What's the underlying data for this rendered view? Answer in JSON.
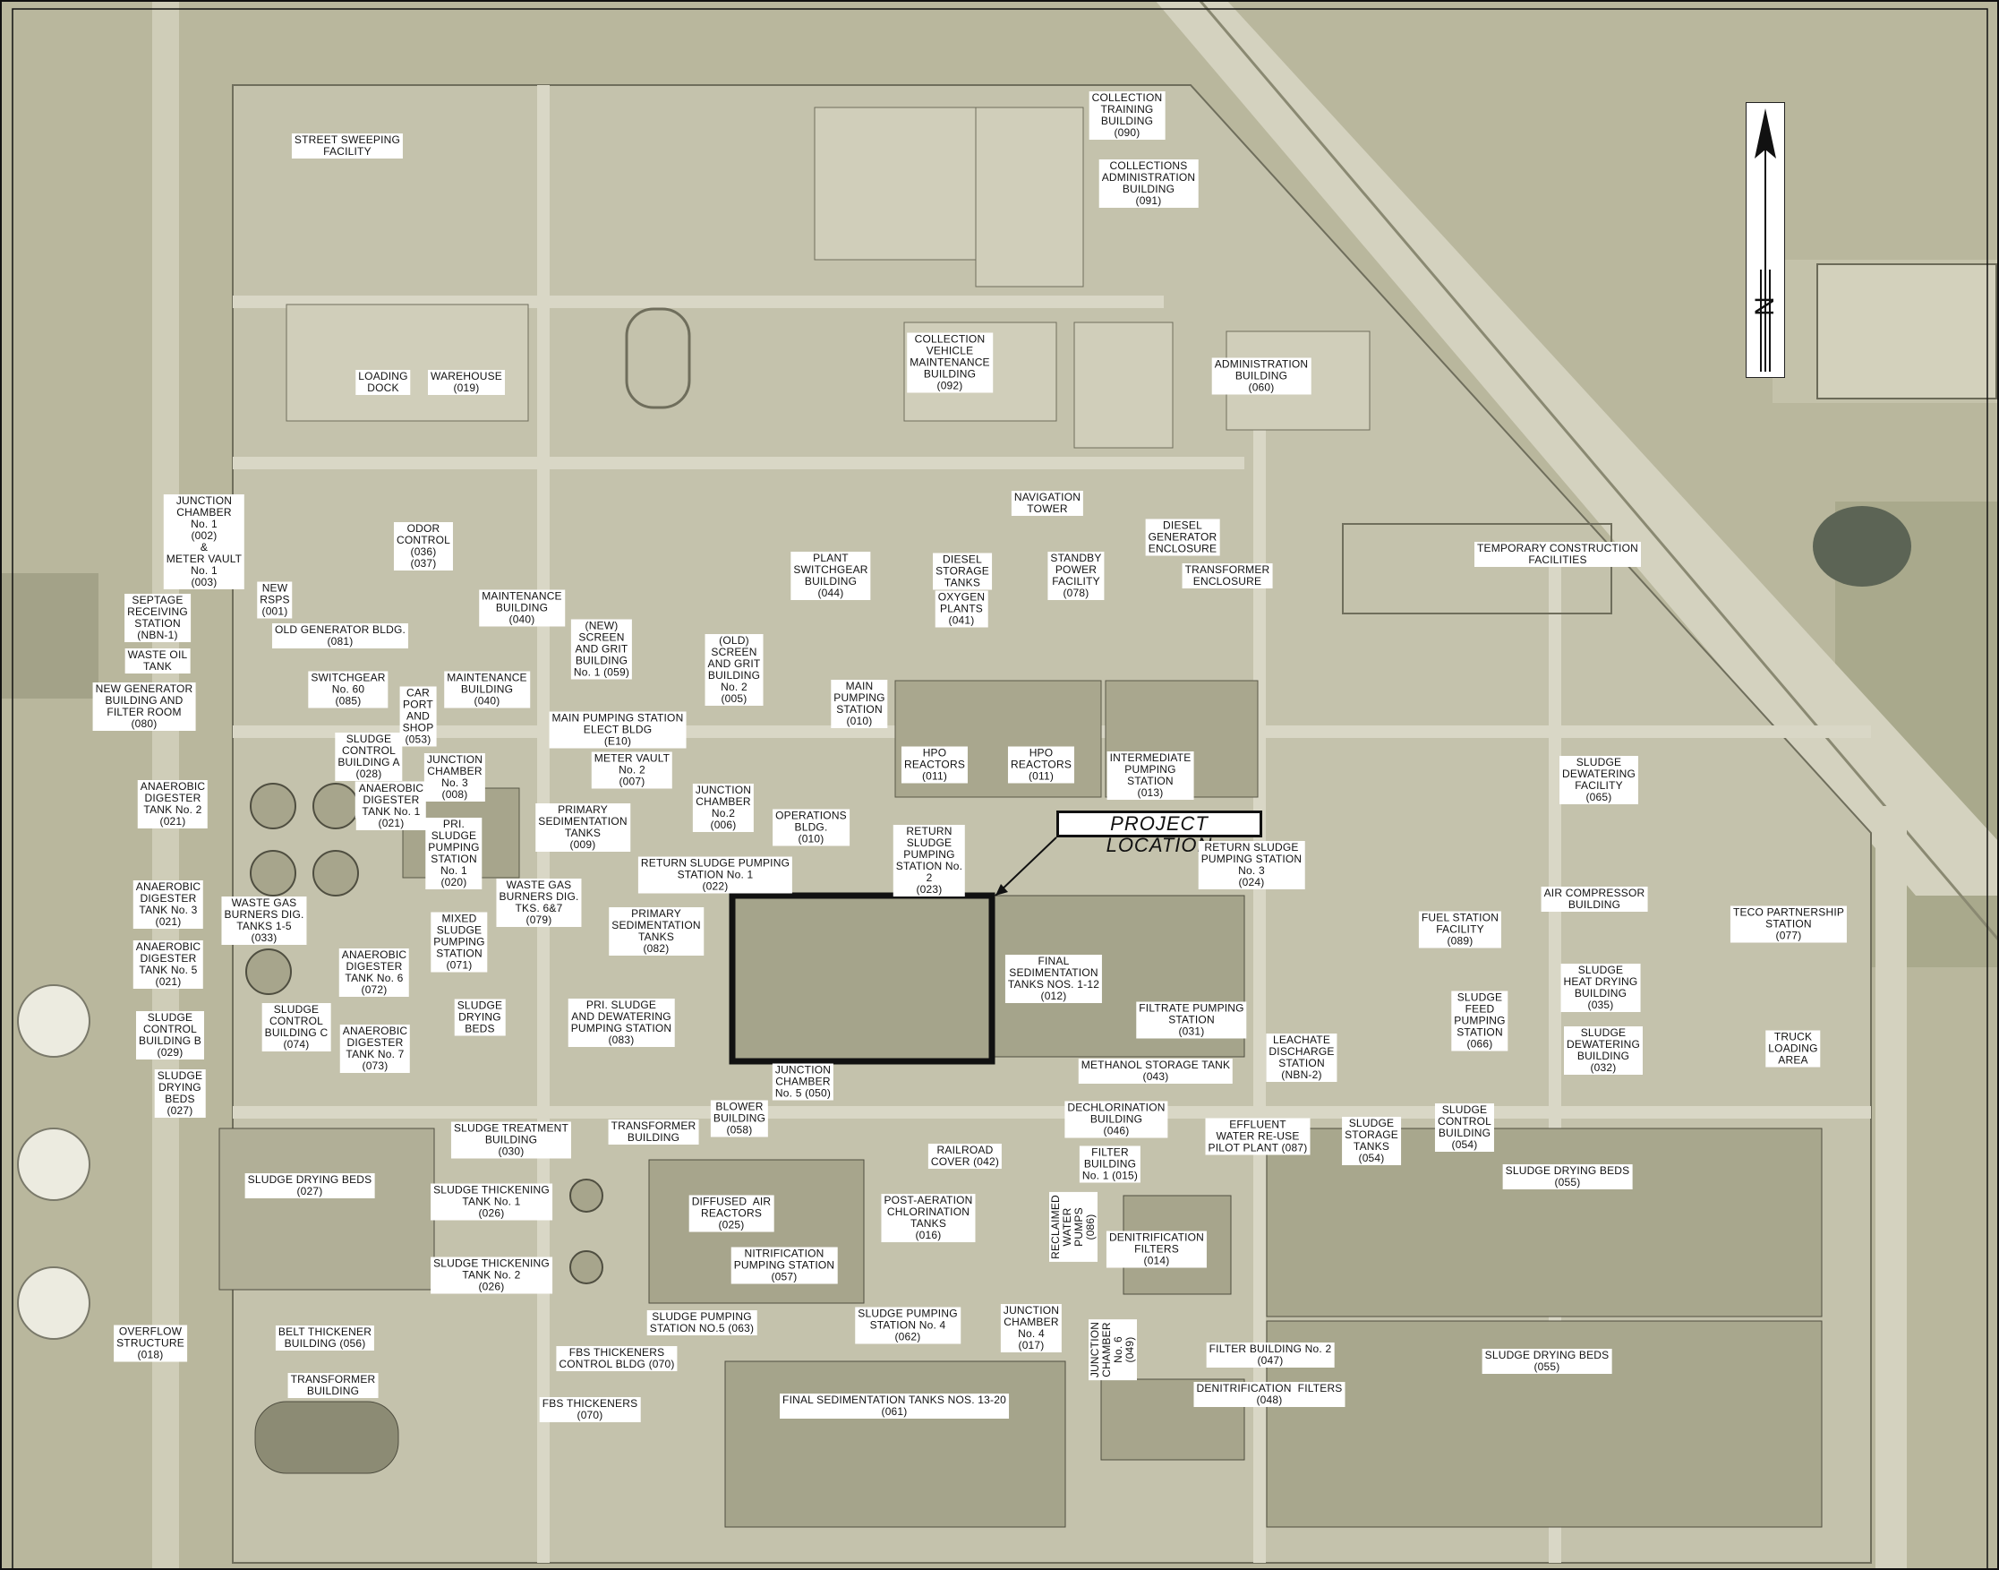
{
  "colors": {
    "background": "#b9b79d",
    "pavement": "#c9c7b2",
    "road": "#d6d4c2",
    "tank": "#a7a58c",
    "line": "#3a3a30",
    "highlight": "#111111"
  },
  "north_arrow": {
    "icon": "north-arrow-icon",
    "letter": "N"
  },
  "project_location": {
    "label": "PROJECT LOCATION"
  },
  "labels": [
    {
      "id": "street-sweeping-facility",
      "text": "STREET SWEEPING\nFACILITY"
    },
    {
      "id": "collection-training-building",
      "text": "COLLECTION\nTRAINING\nBUILDING\n(090)"
    },
    {
      "id": "collections-administration-building",
      "text": "COLLECTIONS\nADMINISTRATION\nBUILDING\n(091)"
    },
    {
      "id": "collection-vehicle-maintenance-building",
      "text": "COLLECTION\nVEHICLE\nMAINTENANCE\nBUILDING\n(092)"
    },
    {
      "id": "administration-building",
      "text": "ADMINISTRATION\nBUILDING\n(060)"
    },
    {
      "id": "loading-dock",
      "text": "LOADING\nDOCK"
    },
    {
      "id": "warehouse",
      "text": "WAREHOUSE\n(019)"
    },
    {
      "id": "navigation-tower",
      "text": "NAVIGATION\nTOWER"
    },
    {
      "id": "junction-chamber-1",
      "text": "JUNCTION\nCHAMBER\nNo. 1\n(002)\n&\nMETER VAULT\nNo. 1\n(003)"
    },
    {
      "id": "odor-control",
      "text": "ODOR\nCONTROL\n(036)\n(037)"
    },
    {
      "id": "new-rsps",
      "text": "NEW\nRSPS\n(001)"
    },
    {
      "id": "septage-receiving-station",
      "text": "SEPTAGE\nRECEIVING\nSTATION\n(NBN-1)"
    },
    {
      "id": "old-generator-bldg",
      "text": "OLD GENERATOR BLDG.\n(081)"
    },
    {
      "id": "waste-oil-tank",
      "text": "WASTE OIL\nTANK"
    },
    {
      "id": "new-generator-building",
      "text": "NEW GENERATOR\nBUILDING AND\nFILTER ROOM\n(080)"
    },
    {
      "id": "switchgear-60",
      "text": "SWITCHGEAR\nNo. 60\n(085)"
    },
    {
      "id": "maintenance-building-upper",
      "text": "MAINTENANCE\nBUILDING\n(040)"
    },
    {
      "id": "maintenance-building-lower",
      "text": "MAINTENANCE\nBUILDING\n(040)"
    },
    {
      "id": "car-port-and-shop",
      "text": "CAR\nPORT\nAND\nSHOP\n(053)"
    },
    {
      "id": "new-screen-grit-building-1",
      "text": "(NEW)\nSCREEN\nAND GRIT\nBUILDING\nNo. 1 (059)"
    },
    {
      "id": "old-screen-grit-building-2",
      "text": "(OLD)\nSCREEN\nAND GRIT\nBUILDING\nNo. 2\n(005)"
    },
    {
      "id": "plant-switchgear-building",
      "text": "PLANT\nSWITCHGEAR\nBUILDING\n(044)"
    },
    {
      "id": "diesel-storage-tanks",
      "text": "DIESEL\nSTORAGE\nTANKS"
    },
    {
      "id": "oxygen-plants",
      "text": "OXYGEN\nPLANTS\n(041)"
    },
    {
      "id": "standby-power-facility",
      "text": "STANDBY\nPOWER\nFACILITY\n(078)"
    },
    {
      "id": "diesel-generator-enclosure",
      "text": "DIESEL\nGENERATOR\nENCLOSURE"
    },
    {
      "id": "transformer-enclosure",
      "text": "TRANSFORMER\nENCLOSURE"
    },
    {
      "id": "temporary-construction-facilities",
      "text": "TEMPORARY CONSTRUCTION\nFACILITIES"
    },
    {
      "id": "sludge-control-building-a",
      "text": "SLUDGE\nCONTROL\nBUILDING A\n(028)"
    },
    {
      "id": "junction-chamber-3",
      "text": "JUNCTION\nCHAMBER\nNo. 3\n(008)"
    },
    {
      "id": "main-pumping-station-elect-bldg",
      "text": "MAIN PUMPING STATION\nELECT BLDG\n(E10)"
    },
    {
      "id": "main-pumping-station",
      "text": "MAIN\nPUMPING\nSTATION\n(010)"
    },
    {
      "id": "hpo-reactors-west",
      "text": "HPO\nREACTORS\n(011)"
    },
    {
      "id": "hpo-reactors-east",
      "text": "HPO\nREACTORS\n(011)"
    },
    {
      "id": "intermediate-pumping-station",
      "text": "INTERMEDIATE\nPUMPING\nSTATION\n(013)"
    },
    {
      "id": "sludge-dewatering-facility",
      "text": "SLUDGE\nDEWATERING\nFACILITY\n(065)"
    },
    {
      "id": "meter-vault-2",
      "text": "METER VAULT\nNo. 2\n(007)"
    },
    {
      "id": "junction-chamber-2",
      "text": "JUNCTION\nCHAMBER\nNo.2\n(006)"
    },
    {
      "id": "operations-bldg",
      "text": "OPERATIONS\nBLDG.\n(010)"
    },
    {
      "id": "anaerobic-digester-2",
      "text": "ANAEROBIC\nDIGESTER\nTANK No. 2\n(021)"
    },
    {
      "id": "anaerobic-digester-6",
      "text": "ANAEROBIC\nDIGESTER\nTANK No. 6"
    },
    {
      "id": "anaerobic-digester-1",
      "text": "ANAEROBIC\nDIGESTER\nTANK No. 1\n(021)"
    },
    {
      "id": "primary-sedimentation-tanks-9",
      "text": "PRIMARY\nSEDIMENTATION\nTANKS\n(009)"
    },
    {
      "id": "pri-sludge-pumping-station-1",
      "text": "PRI.\nSLUDGE\nPUMPING\nSTATION\nNo. 1\n(020)"
    },
    {
      "id": "return-sludge-pumping-station-1",
      "text": "RETURN SLUDGE PUMPING\nSTATION No. 1\n(022)"
    },
    {
      "id": "return-sludge-pumping-station-2",
      "text": "RETURN\nSLUDGE\nPUMPING\nSTATION No.\n2\n(023)"
    },
    {
      "id": "return-sludge-pumping-station-3",
      "text": "RETURN SLUDGE\nPUMPING STATION\nNo. 3\n(024)"
    },
    {
      "id": "anaerobic-digester-3",
      "text": "ANAEROBIC\nDIGESTER\nTANK No. 3\n(021)"
    },
    {
      "id": "waste-gas-burners-1-5",
      "text": "WASTE GAS\nBURNERS DIG.\nTANKS 1-5\n(033)"
    },
    {
      "id": "waste-gas-burners-6-7",
      "text": "WASTE GAS\nBURNERS DIG.\nTKS. 6&7\n(079)"
    },
    {
      "id": "mixed-sludge-pumping-station",
      "text": "MIXED\nSLUDGE\nPUMPING\nSTATION\n(071)"
    },
    {
      "id": "primary-sedimentation-tanks-82",
      "text": "PRIMARY\nSEDIMENTATION\nTANKS\n(082)"
    },
    {
      "id": "final-sedimentation-tanks-1-12",
      "text": "FINAL\nSEDIMENTATION\nTANKS NOS. 1-12\n(012)"
    },
    {
      "id": "fuel-station-facility",
      "text": "FUEL STATION\nFACILITY\n(089)"
    },
    {
      "id": "air-compressor-building",
      "text": "AIR COMPRESSOR\nBUILDING"
    },
    {
      "id": "teco-partnership-station",
      "text": "TECO PARTNERSHIP\nSTATION\n(077)"
    },
    {
      "id": "anaerobic-digester-5",
      "text": "ANAEROBIC\nDIGESTER\nTANK No. 5\n(021)"
    },
    {
      "id": "anaerobic-digester-72",
      "text": "ANAEROBIC\nDIGESTER\nTANK No. 6\n(072)"
    },
    {
      "id": "sludge-drying-beds-center",
      "text": "SLUDGE\nDRYING\nBEDS"
    },
    {
      "id": "pri-sludge-dewatering-pumping-station",
      "text": "PRI. SLUDGE\nAND DEWATERING\nPUMPING STATION\n(083)"
    },
    {
      "id": "filtrate-pumping-station",
      "text": "FILTRATE PUMPING\nSTATION\n(031)"
    },
    {
      "id": "sludge-feed-pumping-station",
      "text": "SLUDGE\nFEED\nPUMPING\nSTATION\n(066)"
    },
    {
      "id": "sludge-heat-drying-building",
      "text": "SLUDGE\nHEAT DRYING\nBUILDING\n(035)"
    },
    {
      "id": "sludge-control-building-b",
      "text": "SLUDGE\nCONTROL\nBUILDING B\n(029)"
    },
    {
      "id": "sludge-control-building-c",
      "text": "SLUDGE\nCONTROL\nBUILDING C\n(074)"
    },
    {
      "id": "anaerobic-digester-7",
      "text": "ANAEROBIC\nDIGESTER\nTANK No. 7\n(073)"
    },
    {
      "id": "leachate-discharge-station",
      "text": "LEACHATE\nDISCHARGE\nSTATION\n(NBN-2)"
    },
    {
      "id": "sludge-dewatering-building",
      "text": "SLUDGE\nDEWATERING\nBUILDING\n(032)"
    },
    {
      "id": "truck-loading-area",
      "text": "TRUCK\nLOADING\nAREA"
    },
    {
      "id": "sludge-drying-beds-27-left",
      "text": "SLUDGE\nDRYING\nBEDS\n(027)"
    },
    {
      "id": "methanol-storage-tank",
      "text": "METHANOL STORAGE TANK\n(043)"
    },
    {
      "id": "junction-chamber-5",
      "text": "JUNCTION\nCHAMBER\nNo. 5 (050)"
    },
    {
      "id": "blower-building",
      "text": "BLOWER\nBUILDING\n(058)"
    },
    {
      "id": "dechlorination-building",
      "text": "DECHLORINATION\nBUILDING\n(046)"
    },
    {
      "id": "effluent-water-reuse-pilot-plant",
      "text": "EFFLUENT\nWATER RE-USE\nPILOT PLANT (087)"
    },
    {
      "id": "sludge-storage-tanks",
      "text": "SLUDGE\nSTORAGE\nTANKS\n(054)"
    },
    {
      "id": "sludge-control-building-54",
      "text": "SLUDGE\nCONTROL\nBUILDING\n(054)"
    },
    {
      "id": "sludge-treatment-building",
      "text": "SLUDGE TREATMENT\nBUILDING\n(030)"
    },
    {
      "id": "transformer-building-upper",
      "text": "TRANSFORMER\nBUILDING"
    },
    {
      "id": "railroad-cover",
      "text": "RAILROAD\nCOVER (042)"
    },
    {
      "id": "filter-building-1",
      "text": "FILTER\nBUILDING\nNo. 1 (015)"
    },
    {
      "id": "sludge-drying-beds-27",
      "text": "SLUDGE DRYING BEDS\n(027)"
    },
    {
      "id": "sludge-drying-beds-55-upper",
      "text": "SLUDGE DRYING BEDS\n(055)"
    },
    {
      "id": "sludge-thickening-tank-1",
      "text": "SLUDGE THICKENING\nTANK No. 1\n(026)"
    },
    {
      "id": "diffused-air-reactors",
      "text": "DIFFUSED  AIR\nREACTORS\n(025)"
    },
    {
      "id": "post-aeration-chlorination-tanks",
      "text": "POST-AERATION\nCHLORINATION\nTANKS\n(016)"
    },
    {
      "id": "reclaimed-water-pumps",
      "text": "RECLAIMED\nWATER\nPUMPS\n(086)"
    },
    {
      "id": "denitrification-filters-14",
      "text": "DENITRIFICATION\nFILTERS\n(014)"
    },
    {
      "id": "nitrification-pumping-station",
      "text": "NITRIFICATION\nPUMPING STATION\n(057)"
    },
    {
      "id": "sludge-thickening-tank-2",
      "text": "SLUDGE THICKENING\nTANK No. 2\n(026)"
    },
    {
      "id": "sludge-pumping-station-5",
      "text": "SLUDGE PUMPING\nSTATION NO.5 (063)"
    },
    {
      "id": "sludge-pumping-station-4",
      "text": "SLUDGE PUMPING\nSTATION No. 4\n(062)"
    },
    {
      "id": "junction-chamber-4",
      "text": "JUNCTION\nCHAMBER\nNo. 4\n(017)"
    },
    {
      "id": "junction-chamber-6",
      "text": "JUNCTION\nCHAMBER\nNo. 6\n(049)"
    },
    {
      "id": "overflow-structure",
      "text": "OVERFLOW\nSTRUCTURE\n(018)"
    },
    {
      "id": "belt-thickener-building",
      "text": "BELT THICKENER\nBUILDING (056)"
    },
    {
      "id": "fbs-thickeners-control-bldg",
      "text": "FBS THICKENERS\nCONTROL BLDG (070)"
    },
    {
      "id": "filter-building-2",
      "text": "FILTER BUILDING No. 2\n(047)"
    },
    {
      "id": "sludge-drying-beds-55-lower",
      "text": "SLUDGE DRYING BEDS\n(055)"
    },
    {
      "id": "transformer-building-lower",
      "text": "TRANSFORMER\nBUILDING"
    },
    {
      "id": "final-sedimentation-tanks-13-20",
      "text": "FINAL SEDIMENTATION TANKS NOS. 13-20\n(061)"
    },
    {
      "id": "denitrification-filters-48",
      "text": "DENITRIFICATION  FILTERS\n(048)"
    },
    {
      "id": "fbs-thickeners",
      "text": "FBS THICKENERS\n(070)"
    }
  ]
}
